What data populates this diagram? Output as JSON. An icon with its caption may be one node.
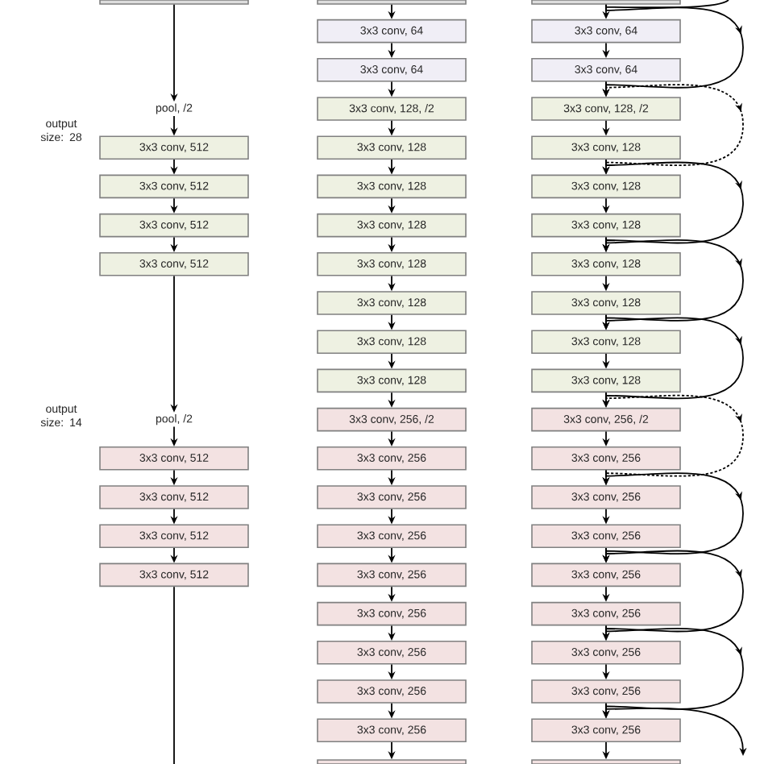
{
  "diagram": {
    "nodes": [
      {
        "text": [],
        "shape": "box"
      },
      {
        "text": [
          "pool, /2"
        ]
      },
      {
        "text": [
          "3x3 conv, 512"
        ]
      },
      {
        "text": [
          "3x3 conv, 512"
        ]
      },
      {
        "text": [
          "3x3 conv, 512"
        ]
      },
      {
        "text": [
          "3x3 conv, 512"
        ]
      },
      {
        "text": [
          "pool, /2"
        ]
      },
      {
        "text": [
          "3x3 conv, 512"
        ]
      },
      {
        "text": [
          "3x3 conv, 512"
        ]
      },
      {
        "text": [
          "3x3 conv, 512"
        ]
      },
      {
        "text": [
          "3x3 conv, 512"
        ]
      },
      {
        "text": [],
        "shape": "box"
      },
      {
        "text": [
          "3x3 conv, 64"
        ]
      },
      {
        "text": [
          "3x3 conv, 64"
        ]
      },
      {
        "text": [
          "3x3 conv, 128, /2"
        ]
      },
      {
        "text": [
          "3x3 conv, 128"
        ]
      },
      {
        "text": [
          "3x3 conv, 128"
        ]
      },
      {
        "text": [
          "3x3 conv, 128"
        ]
      },
      {
        "text": [
          "3x3 conv, 128"
        ]
      },
      {
        "text": [
          "3x3 conv, 128"
        ]
      },
      {
        "text": [
          "3x3 conv, 128"
        ]
      },
      {
        "text": [
          "3x3 conv, 128"
        ]
      },
      {
        "text": [
          "3x3 conv, 256, /2"
        ]
      },
      {
        "text": [
          "3x3 conv, 256"
        ]
      },
      {
        "text": [
          "3x3 conv, 256"
        ]
      },
      {
        "text": [
          "3x3 conv, 256"
        ]
      },
      {
        "text": [
          "3x3 conv, 256"
        ]
      },
      {
        "text": [
          "3x3 conv, 256"
        ]
      },
      {
        "text": [
          "3x3 conv, 256"
        ]
      },
      {
        "text": [
          "3x3 conv, 256"
        ]
      },
      {
        "text": [
          "3x3 conv, 256"
        ]
      },
      {
        "text": [],
        "shape": "box"
      },
      {
        "text": [],
        "shape": "box"
      },
      {
        "text": [
          "3x3 conv, 64"
        ]
      },
      {
        "text": [
          "3x3 conv, 64"
        ]
      },
      {
        "text": [
          "3x3 conv, 128, /2"
        ]
      },
      {
        "text": [
          "3x3 conv, 128"
        ]
      },
      {
        "text": [
          "3x3 conv, 128"
        ]
      },
      {
        "text": [
          "3x3 conv, 128"
        ]
      },
      {
        "text": [
          "3x3 conv, 128"
        ]
      },
      {
        "text": [
          "3x3 conv, 128"
        ]
      },
      {
        "text": [
          "3x3 conv, 128"
        ]
      },
      {
        "text": [
          "3x3 conv, 128"
        ]
      },
      {
        "text": [
          "3x3 conv, 256, /2"
        ]
      },
      {
        "text": [
          "3x3 conv, 256"
        ]
      },
      {
        "text": [
          "3x3 conv, 256"
        ]
      },
      {
        "text": [
          "3x3 conv, 256"
        ]
      },
      {
        "text": [
          "3x3 conv, 256"
        ]
      },
      {
        "text": [
          "3x3 conv, 256"
        ]
      },
      {
        "text": [
          "3x3 conv, 256"
        ]
      },
      {
        "text": [
          "3x3 conv, 256"
        ]
      },
      {
        "text": [
          "3x3 conv, 256"
        ]
      },
      {
        "text": [],
        "shape": "box"
      }
    ],
    "edges": [
      {
        "from": 0,
        "to": 1,
        "arrow": "to"
      },
      {
        "from": 1,
        "to": 2,
        "arrow": "to"
      },
      {
        "from": 2,
        "to": 3,
        "arrow": "to"
      },
      {
        "from": 3,
        "to": 4,
        "arrow": "to"
      },
      {
        "from": 4,
        "to": 5,
        "arrow": "to"
      },
      {
        "from": 5,
        "to": 6,
        "arrow": "to"
      },
      {
        "from": 6,
        "to": 7,
        "arrow": "to"
      },
      {
        "from": 7,
        "to": 8,
        "arrow": "to"
      },
      {
        "from": 8,
        "to": 9,
        "arrow": "to"
      },
      {
        "from": 9,
        "to": 10,
        "arrow": "to"
      },
      {
        "from": 10,
        "to": null,
        "arrow": "none"
      },
      {
        "from": 11,
        "to": 12,
        "arrow": "to"
      },
      {
        "from": 12,
        "to": 13,
        "arrow": "to"
      },
      {
        "from": 13,
        "to": 14,
        "arrow": "to"
      },
      {
        "from": 14,
        "to": 15,
        "arrow": "to"
      },
      {
        "from": 15,
        "to": 16,
        "arrow": "to"
      },
      {
        "from": 16,
        "to": 17,
        "arrow": "to"
      },
      {
        "from": 17,
        "to": 18,
        "arrow": "to"
      },
      {
        "from": 18,
        "to": 19,
        "arrow": "to"
      },
      {
        "from": 19,
        "to": 20,
        "arrow": "to"
      },
      {
        "from": 20,
        "to": 21,
        "arrow": "to"
      },
      {
        "from": 21,
        "to": 22,
        "arrow": "to"
      },
      {
        "from": 22,
        "to": 23,
        "arrow": "to"
      },
      {
        "from": 23,
        "to": 24,
        "arrow": "to"
      },
      {
        "from": 24,
        "to": 25,
        "arrow": "to"
      },
      {
        "from": 25,
        "to": 26,
        "arrow": "to"
      },
      {
        "from": 26,
        "to": 27,
        "arrow": "to"
      },
      {
        "from": 27,
        "to": 28,
        "arrow": "to"
      },
      {
        "from": 28,
        "to": 29,
        "arrow": "to"
      },
      {
        "from": 29,
        "to": 30,
        "arrow": "to"
      },
      {
        "from": 30,
        "to": 31,
        "arrow": "to"
      },
      {
        "from": 32,
        "to": 33,
        "arrow": "to"
      },
      {
        "from": 33,
        "to": 34,
        "arrow": "to"
      },
      {
        "from": 34,
        "to": 35,
        "arrow": "to"
      },
      {
        "from": 35,
        "to": 36,
        "arrow": "to"
      },
      {
        "from": 36,
        "to": 37,
        "arrow": "to"
      },
      {
        "from": 37,
        "to": 38,
        "arrow": "to"
      },
      {
        "from": 38,
        "to": 39,
        "arrow": "to"
      },
      {
        "from": 39,
        "to": 40,
        "arrow": "to"
      },
      {
        "from": 40,
        "to": 41,
        "arrow": "to"
      },
      {
        "from": 41,
        "to": 42,
        "arrow": "to"
      },
      {
        "from": 42,
        "to": 43,
        "arrow": "to"
      },
      {
        "from": 43,
        "to": 44,
        "arrow": "to"
      },
      {
        "from": 44,
        "to": 45,
        "arrow": "to"
      },
      {
        "from": 45,
        "to": 46,
        "arrow": "to"
      },
      {
        "from": 46,
        "to": 47,
        "arrow": "to"
      },
      {
        "from": 47,
        "to": 48,
        "arrow": "to"
      },
      {
        "from": 48,
        "to": 49,
        "arrow": "to"
      },
      {
        "from": 49,
        "to": 50,
        "arrow": "to"
      },
      {
        "from": 50,
        "to": 51,
        "arrow": "to"
      },
      {
        "from": 51,
        "to": 52,
        "arrow": "to"
      },
      {
        "from": null,
        "to": 33,
        "arrow": "none"
      },
      {
        "from": 32,
        "to": 35,
        "arrow": "to"
      },
      {
        "from": 34,
        "to": 37,
        "arrow": "to",
        "style": "dashed"
      },
      {
        "from": 36,
        "to": 39,
        "arrow": "to"
      },
      {
        "from": 38,
        "to": 41,
        "arrow": "to"
      },
      {
        "from": 40,
        "to": 43,
        "arrow": "to"
      },
      {
        "from": 42,
        "to": 45,
        "arrow": "to",
        "style": "dashed"
      },
      {
        "from": 44,
        "to": 47,
        "arrow": "to"
      },
      {
        "from": 46,
        "to": 49,
        "arrow": "to"
      },
      {
        "from": 48,
        "to": 51,
        "arrow": "to"
      },
      {
        "from": 50,
        "to": null,
        "arrow": "to"
      }
    ],
    "labels": [
      "output size: 28",
      "output size: 14"
    ]
  }
}
